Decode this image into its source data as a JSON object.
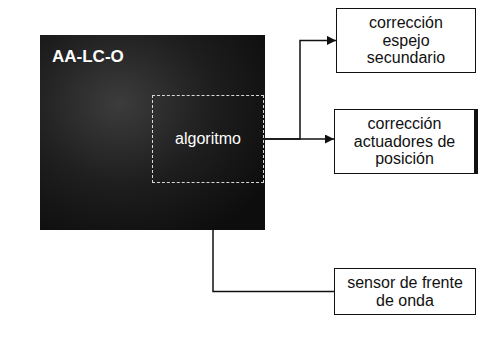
{
  "diagram": {
    "nodes": [
      {
        "text": [
          "AA-LC-O"
        ]
      },
      {
        "text": [
          "algoritmo"
        ],
        "in": 0
      },
      {
        "text": [
          "corrección espejo secundario"
        ]
      },
      {
        "text": [
          "corrección actuadores de posición"
        ]
      },
      {
        "text": [
          "sensor de frente de onda"
        ]
      }
    ],
    "edges": [
      {
        "from": 1,
        "to": 2,
        "arrow": "to"
      },
      {
        "from": 1,
        "to": 3,
        "arrow": "to"
      },
      {
        "from": 4,
        "to": 1,
        "arrow": "none"
      }
    ]
  }
}
